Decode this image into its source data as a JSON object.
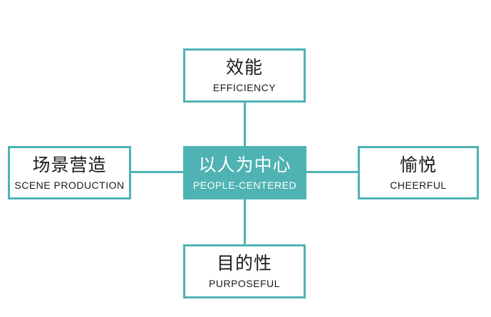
{
  "diagram": {
    "center": {
      "zh": "以人为中心",
      "en": "PEOPLE-CENTERED"
    },
    "top": {
      "zh": "效能",
      "en": "EFFICIENCY"
    },
    "left": {
      "zh": "场景营造",
      "en": "SCENE PRODUCTION"
    },
    "right": {
      "zh": "愉悦",
      "en": "CHEERFUL"
    },
    "bottom": {
      "zh": "目的性",
      "en": "PURPOSEFUL"
    }
  },
  "colors": {
    "accent": "#4fb3b3",
    "text": "#1a1a1a",
    "center_text": "#ffffff",
    "background": "#ffffff"
  }
}
